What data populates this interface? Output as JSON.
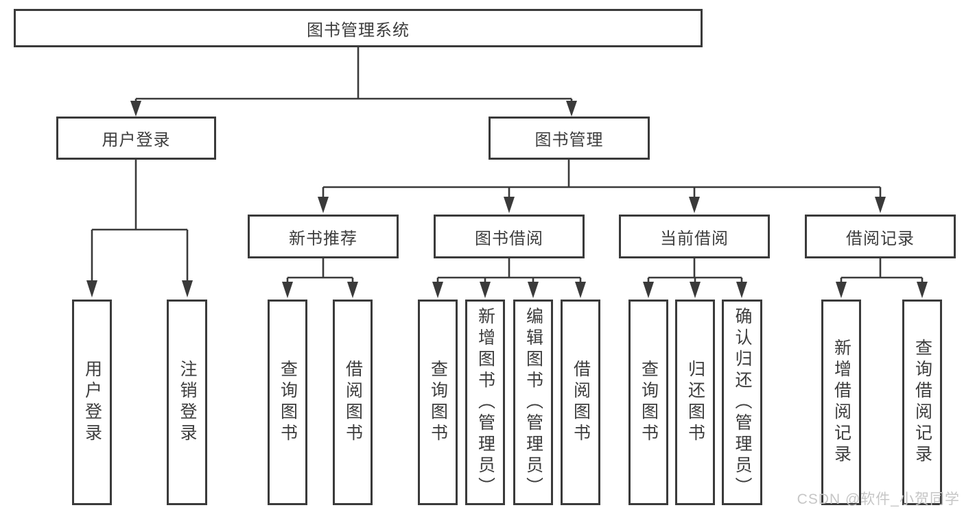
{
  "tree": {
    "root": "图书管理系统",
    "login": {
      "label": "用户登录",
      "leaves": [
        "用户登录",
        "注销登录"
      ]
    },
    "mgmt": {
      "label": "图书管理",
      "groups": [
        {
          "label": "新书推荐",
          "leaves": [
            "查询图书",
            "借阅图书"
          ]
        },
        {
          "label": "图书借阅",
          "leaves": [
            "查询图书",
            "新增图书（管理员）",
            "编辑图书（管理员）",
            "借阅图书"
          ]
        },
        {
          "label": "当前借阅",
          "leaves": [
            "查询图书",
            "归还图书",
            "确认归还（管理员）"
          ]
        },
        {
          "label": "借阅记录",
          "leaves": [
            "新增借阅记录",
            "查询借阅记录"
          ]
        }
      ]
    }
  },
  "colors": {
    "line": "#3a3a3a",
    "text": "#3d3d3d",
    "watermark": "#c6c6c6"
  },
  "watermark": "CSDN @软件_小贺同学"
}
